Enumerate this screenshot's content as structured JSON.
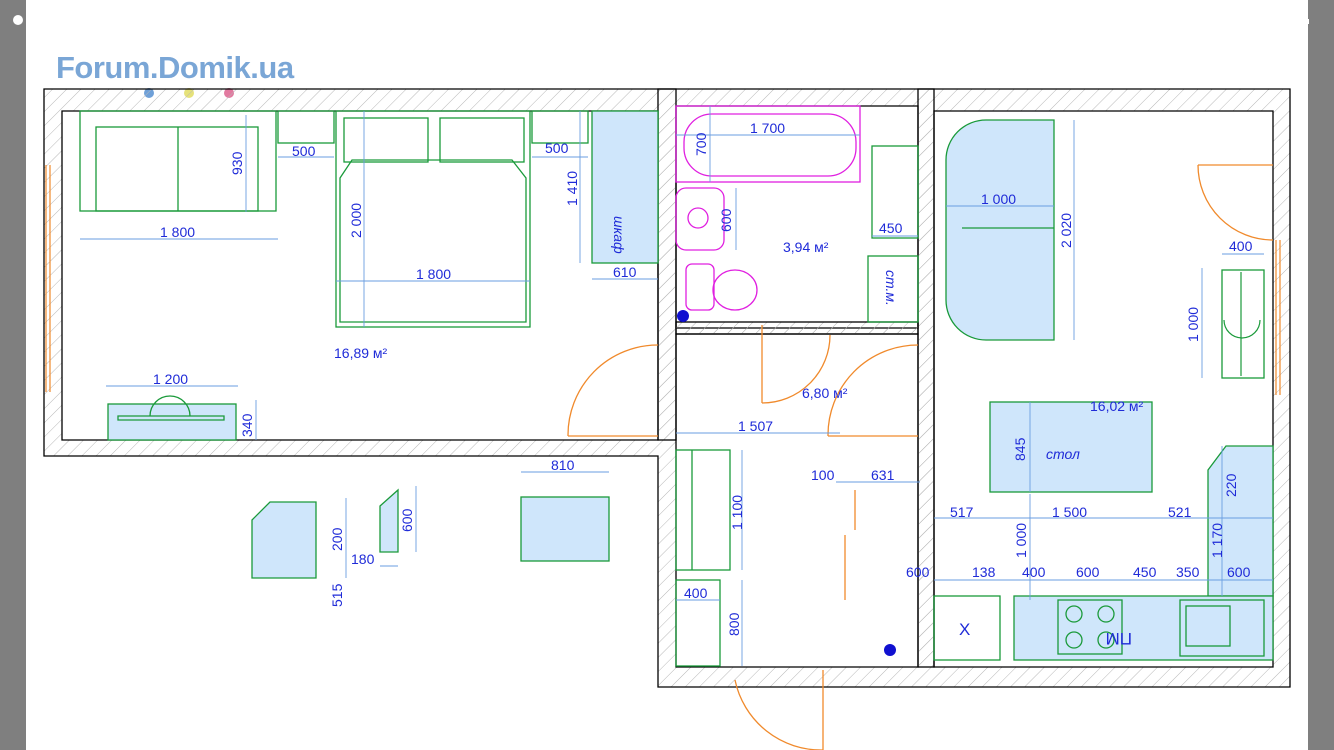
{
  "brand": {
    "logo_text": "Forum.Domik.ua"
  },
  "rooms": {
    "bedroom_area": "16,89 м²",
    "bathroom_area": "3,94 м²",
    "hall_area": "6,80 м²",
    "kitchen_area": "16,02 м²"
  },
  "labels": {
    "wardrobe": "шкаф",
    "washer": "ст.м.",
    "table": "стол",
    "fridge": "Х",
    "dishwasher": "ПМ"
  },
  "dimensions": {
    "bed_sofa_width": "1 800",
    "sofa_depth": "930",
    "nightstand_left": "500",
    "bed_length": "2 000",
    "bed_width": "1 800",
    "nightstand_right": "500",
    "wardrobe_height": "1 410",
    "wardrobe_width": "610",
    "tv_width": "1 200",
    "tv_depth": "340",
    "bath_length": "1 700",
    "bath_width": "700",
    "sink_depth": "600",
    "washer_width": "450",
    "kitchen_sofa_width": "1 000",
    "kitchen_sofa_length": "2 020",
    "tv_kitchen_width": "400",
    "tv_kitchen_length": "1 000",
    "table_depth": "845",
    "table_width": "1 500",
    "table_left_gap": "517",
    "table_right_gap": "521",
    "table_kitchen_gap": "1 000",
    "counter_corner": "220",
    "counter_height": "1 170",
    "k_600_left": "600",
    "k_138": "138",
    "k_400": "400",
    "k_600_mid": "600",
    "k_450": "450",
    "k_350": "350",
    "k_600_right": "600",
    "hall_width": "1 507",
    "hall_100": "100",
    "hall_631": "631",
    "hall_cabinet": "1 100",
    "hall_400": "400",
    "hall_800": "800",
    "loose_810": "810",
    "loose_200": "200",
    "loose_515": "515",
    "loose_180": "180",
    "loose_600": "600"
  },
  "colors": {
    "wall": "#000000",
    "furniture": "#1a9a3a",
    "fill": "#cfe6fb",
    "dimension": "#1f2bd8",
    "door": "#f08a2c",
    "plumbing": "#e020e0"
  }
}
